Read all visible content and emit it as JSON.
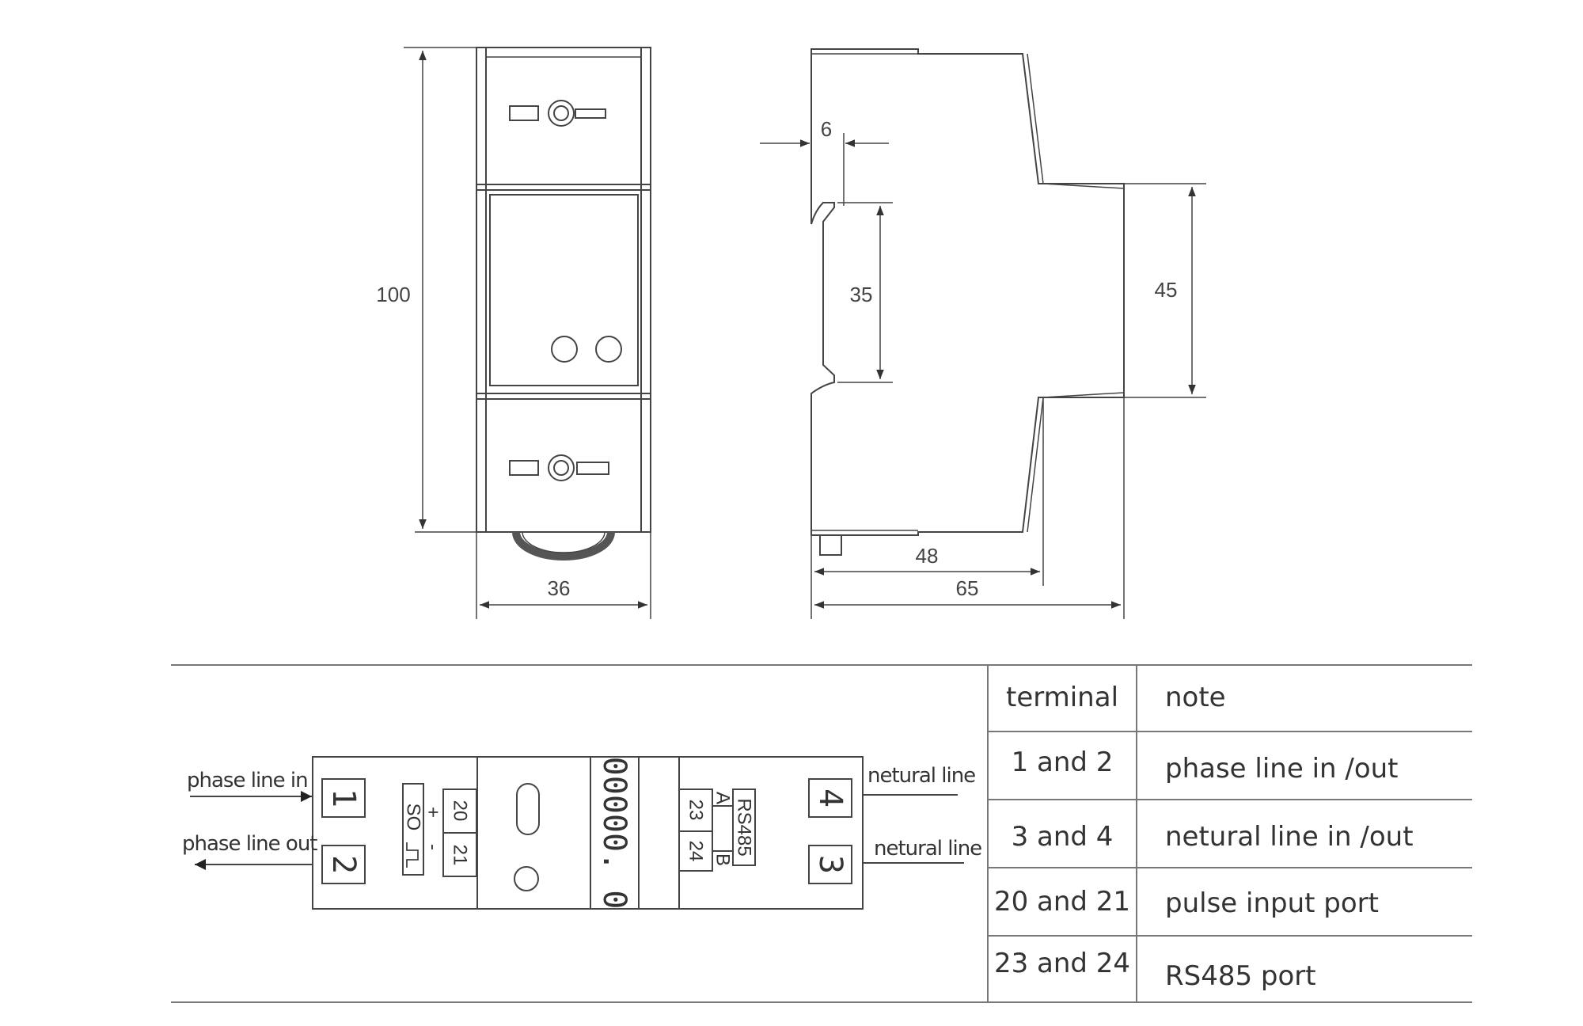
{
  "dimensions": {
    "height_total": "100",
    "width_front": "36",
    "clip_depth": "6",
    "rail_width": "35",
    "front_height": "45",
    "depth_mid": "48",
    "depth_total": "65"
  },
  "wiring": {
    "phase_in": "phase line in",
    "phase_out": "phase line out",
    "neutral_top": "netural line",
    "neutral_bottom": "netural line",
    "terminals": {
      "t1": "1",
      "t2": "2",
      "t3": "3",
      "t4": "4"
    },
    "pulse": {
      "t20": "20",
      "t21": "21",
      "plus": "+",
      "minus": "-",
      "so_label": "SO"
    },
    "rs485": {
      "t23": "23",
      "t24": "24",
      "a": "A",
      "b": "B",
      "label": "RS485"
    },
    "display_reading": "00000. 0"
  },
  "table": {
    "header": {
      "terminal": "terminal",
      "note": "note"
    },
    "rows": [
      {
        "terminal": "1 and 2",
        "note": "phase line in /out"
      },
      {
        "terminal": "3 and 4",
        "note": "netural line in /out"
      },
      {
        "terminal": "20 and 21",
        "note": "pulse input port"
      },
      {
        "terminal": "23 and 24",
        "note": "RS485 port"
      }
    ]
  }
}
